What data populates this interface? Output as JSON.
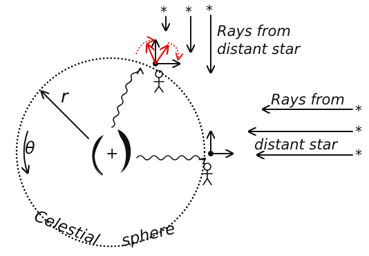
{
  "labels": {
    "r": "r",
    "theta": "θ",
    "plus": "+",
    "rays_top_line1": "Rays from",
    "rays_top_line2": "distant star",
    "rays_right_line1": "Rays from",
    "rays_right_line2": "distant star",
    "sphere_word1": "Celestial",
    "sphere_word2": "sphere",
    "star_glyph": "*"
  },
  "colors": {
    "ink": "#111111",
    "highlight": "#e01010"
  }
}
